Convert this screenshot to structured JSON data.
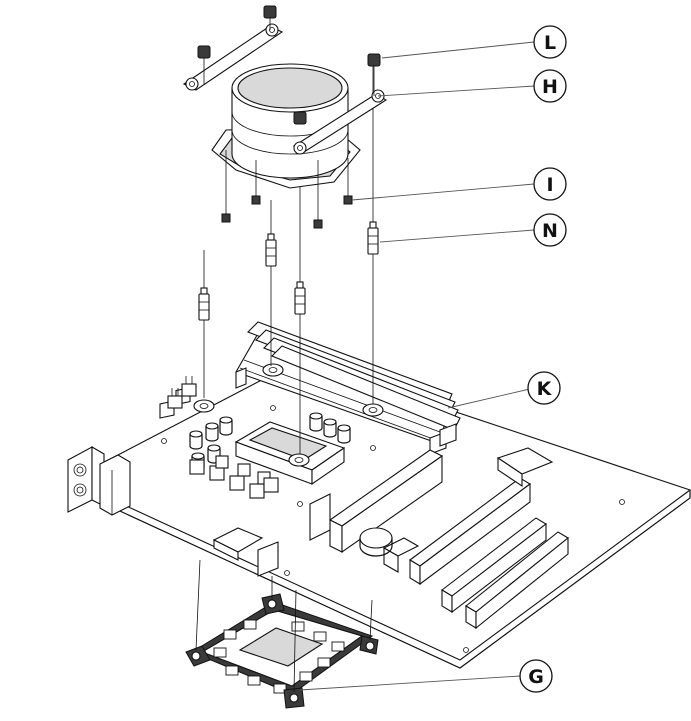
{
  "callouts": {
    "L": "L",
    "H": "H",
    "I": "I",
    "N": "N",
    "K": "K",
    "G": "G"
  }
}
